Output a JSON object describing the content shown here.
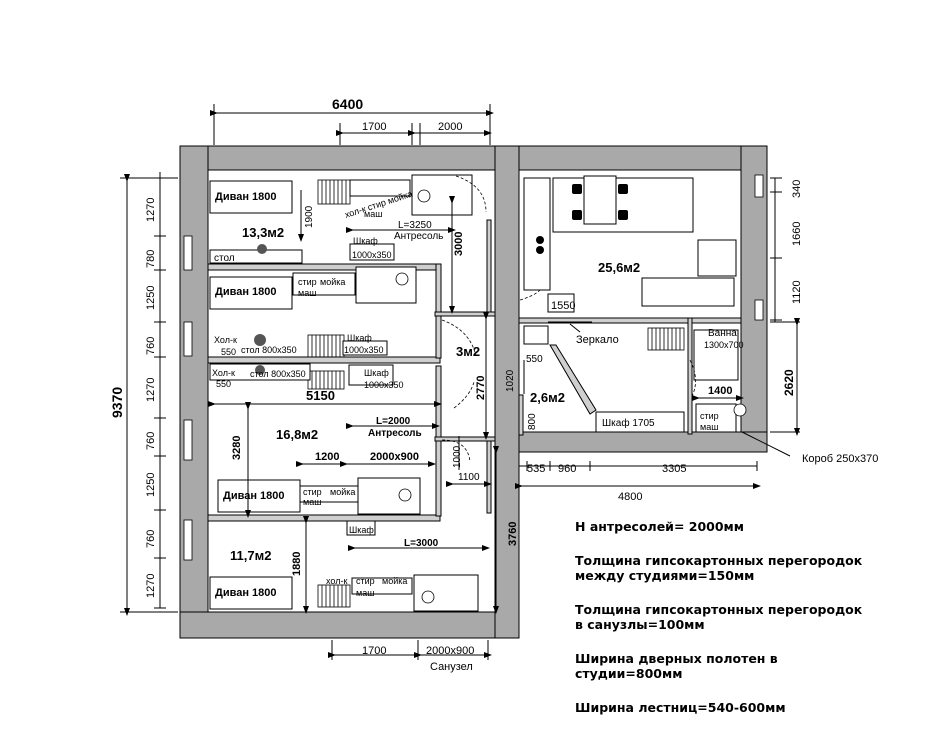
{
  "dims": {
    "total_width": "6400",
    "top_1700": "1700",
    "top_2000": "2000",
    "total_height": "9370",
    "left_segments": [
      "1270",
      "780",
      "1250",
      "760",
      "1270",
      "760",
      "1250",
      "760",
      "1270"
    ],
    "right_340": "340",
    "right_1660": "1660",
    "right_1120": "1120",
    "right_2620": "2620",
    "bottom_535": "535",
    "bottom_960": "960",
    "bottom_3305": "3305",
    "bottom_4800": "4800",
    "bottom_1700": "1700",
    "bottom_2000x900": "2000x900",
    "bottom_sanuzel": "Санузел",
    "v_1900": "1900",
    "v_3000": "3000",
    "v_2770": "2770",
    "v_1020": "1020",
    "v_800": "800",
    "v_3280": "3280",
    "v_1000": "1000",
    "v_1100": "1100",
    "v_3760": "3760",
    "v_1880": "1880",
    "h_5150": "5150",
    "h_1200": "1200",
    "h_2000x900": "2000x900",
    "h_1400": "1400",
    "h_1550": "1550",
    "h_550": "550",
    "l_3250": "L=3250",
    "l_2000": "L=2000",
    "l_3000": "L=3000"
  },
  "rooms": {
    "r1_area": "13,3м2",
    "r2_area": "16,8м2",
    "r3_area": "11,7м2",
    "big_area": "25,6м2",
    "hall_area": "2,6м2",
    "corr_area": "3м2"
  },
  "furniture": {
    "divan": "Диван 1800",
    "stol": "стол",
    "stol_800": "стол 800х350",
    "hol_k": "Хол-к",
    "hol_k_550": "550",
    "hol_k_small": "хол-к",
    "stir": "стир",
    "moika": "мойка",
    "mash": "маш",
    "shkaf": "Шкаф",
    "shkaf_1000": "1000х350",
    "antresol": "Антресоль",
    "zerkalo": "Зеркало",
    "vanna": "Ванна",
    "vanna_size": "1300х700",
    "shkaf_1705": "Шкаф 1705",
    "korob": "Короб 250х370"
  },
  "notes": [
    "Н  антресолей= 2000мм",
    "Толщина гипсокартонных перегородок\nмежду студиями=150мм",
    "Толщина гипсокартонных перегородок\nв санузлы=100мм",
    "Ширина дверных полотен в\nстудии=800мм",
    "Ширина лестниц=540-600мм"
  ]
}
